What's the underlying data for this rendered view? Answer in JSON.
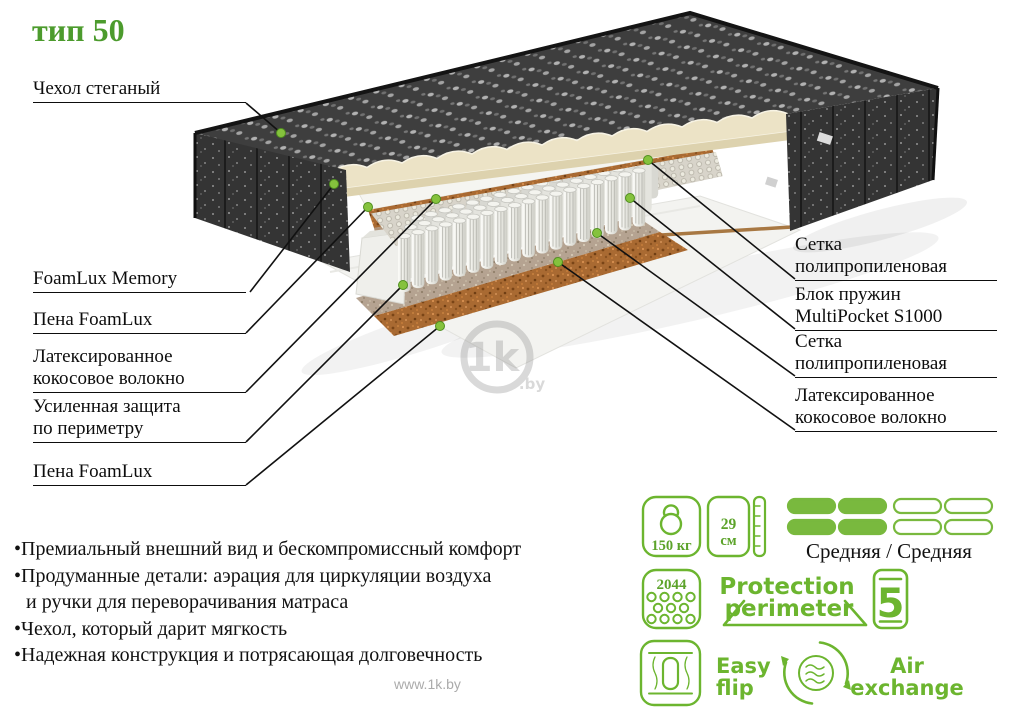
{
  "title": "тип 50",
  "labels_left": [
    {
      "l1": "Чехол стеганый",
      "l2": ""
    },
    {
      "l1": "FoamLux Memory",
      "l2": ""
    },
    {
      "l1": "Пена FoamLux",
      "l2": ""
    },
    {
      "l1": "Латексированное",
      "l2": "кокосовое волокно"
    },
    {
      "l1": "Усиленная защита",
      "l2": "по периметру"
    },
    {
      "l1": "Пена FoamLux",
      "l2": ""
    }
  ],
  "labels_right": [
    {
      "l1": "Сетка",
      "l2": "полипропиленовая"
    },
    {
      "l1": "Блок пружин",
      "l2": "MultiPocket S1000"
    },
    {
      "l1": "Сетка",
      "l2": "полипропиленовая"
    },
    {
      "l1": "Латексированное",
      "l2": "кокосовое волокно"
    }
  ],
  "features": {
    "rows": [
      {
        "text": "•Премиальный внешний вид и бескомпромиссный комфорт"
      },
      {
        "text": "•Продуманные детали: аэрация для циркуляции воздуха"
      },
      {
        "text": "и ручки для переворачивания матраса"
      },
      {
        "text": "•Чехол, который дарит мягкость"
      },
      {
        "text": "•Надежная конструкция и потрясающая долговечность"
      }
    ]
  },
  "icons": {
    "weight": {
      "value": "150 кг"
    },
    "height": {
      "value": "29",
      "unit": "см"
    },
    "firmness": {
      "label": "Средняя / Средняя",
      "filled_columns": 2,
      "total_columns": 4
    },
    "springs_count": {
      "value": "2044"
    },
    "protection": {
      "line1": "Protection",
      "line2": "perimeter"
    },
    "warranty": {
      "value": "5"
    },
    "easy_flip": {
      "line1": "Easy",
      "line2": "flip"
    },
    "air_exchange": {
      "line1": "Air",
      "line2": "exchange"
    }
  },
  "watermark": {
    "center_text": "1k",
    "center_suffix": ".by",
    "site": "www.1k.by"
  },
  "colors": {
    "accent_green": "#79b93e",
    "icon_green": "#6cb52f",
    "title_green": "#4c9b2d",
    "cover_dark": "#3a3a3a",
    "foam_cream": "#ece3c6",
    "coir_brown": "#a96a32",
    "dot_green": "#85c23d"
  }
}
